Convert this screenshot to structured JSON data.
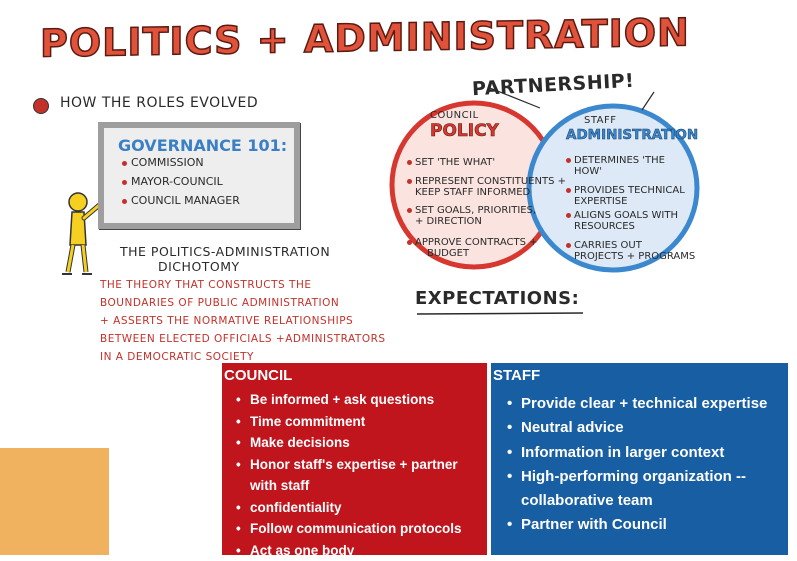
{
  "title": "POLITICS + ADMINISTRATION",
  "roles_heading": "HOW THE ROLES EVOLVED",
  "whiteboard": {
    "title": "GOVERNANCE 101:",
    "items": [
      "COMMISSION",
      "MAYOR-COUNCIL",
      "COUNCIL MANAGER"
    ]
  },
  "dichotomy": {
    "heading_line1": "THE POLITICS-ADMINISTRATION",
    "heading_line2": "DICHOTOMY",
    "definition": [
      "THE THEORY THAT CONSTRUCTS THE",
      "BOUNDARIES OF PUBLIC ADMINISTRATION",
      "+ ASSERTS THE NORMATIVE RELATIONSHIPS",
      "BETWEEN ELECTED OFFICIALS +ADMINISTRATORS",
      "IN A DEMOCRATIC SOCIETY"
    ]
  },
  "partnership_label": "PARTNERSHIP!",
  "venn": {
    "council": {
      "label_small": "COUNCIL",
      "label_big": "POLICY",
      "items": [
        [
          "SET 'THE WHAT'"
        ],
        [
          "REPRESENT CONSTITUENTS +",
          "KEEP STAFF INFORMED"
        ],
        [
          "SET GOALS, PRIORITIES,",
          "+ DIRECTION"
        ],
        [
          "APPROVE CONTRACTS +",
          "BUDGET"
        ]
      ]
    },
    "staff": {
      "label_small": "STAFF",
      "label_big": "ADMINISTRATION",
      "items": [
        [
          "DETERMINES 'THE",
          "HOW'"
        ],
        [
          "PROVIDES TECHNICAL",
          "EXPERTISE"
        ],
        [
          "ALIGNS GOALS WITH",
          "RESOURCES"
        ],
        [
          "CARRIES OUT",
          "PROJECTS + PROGRAMS"
        ]
      ]
    },
    "colors": {
      "council": "#d6372e",
      "staff": "#3b88cf"
    }
  },
  "expectations_label": "EXPECTATIONS:",
  "council_panel": {
    "heading": "COUNCIL",
    "items": [
      "Be informed + ask questions",
      "Time commitment",
      "Make decisions",
      "Honor staff's expertise + partner with staff",
      "confidentiality",
      "Follow communication protocols",
      "Act as one body"
    ],
    "color": "#c0151d"
  },
  "staff_panel": {
    "heading": "STAFF",
    "items": [
      "Provide clear + technical expertise",
      "Neutral advice",
      "Information in larger context",
      "High-performing organization -- collaborative team",
      "Partner with Council"
    ],
    "color": "#175ea3"
  },
  "accent_colors": {
    "orange_block": "#f0b25e",
    "bullet": "#c4312a"
  }
}
